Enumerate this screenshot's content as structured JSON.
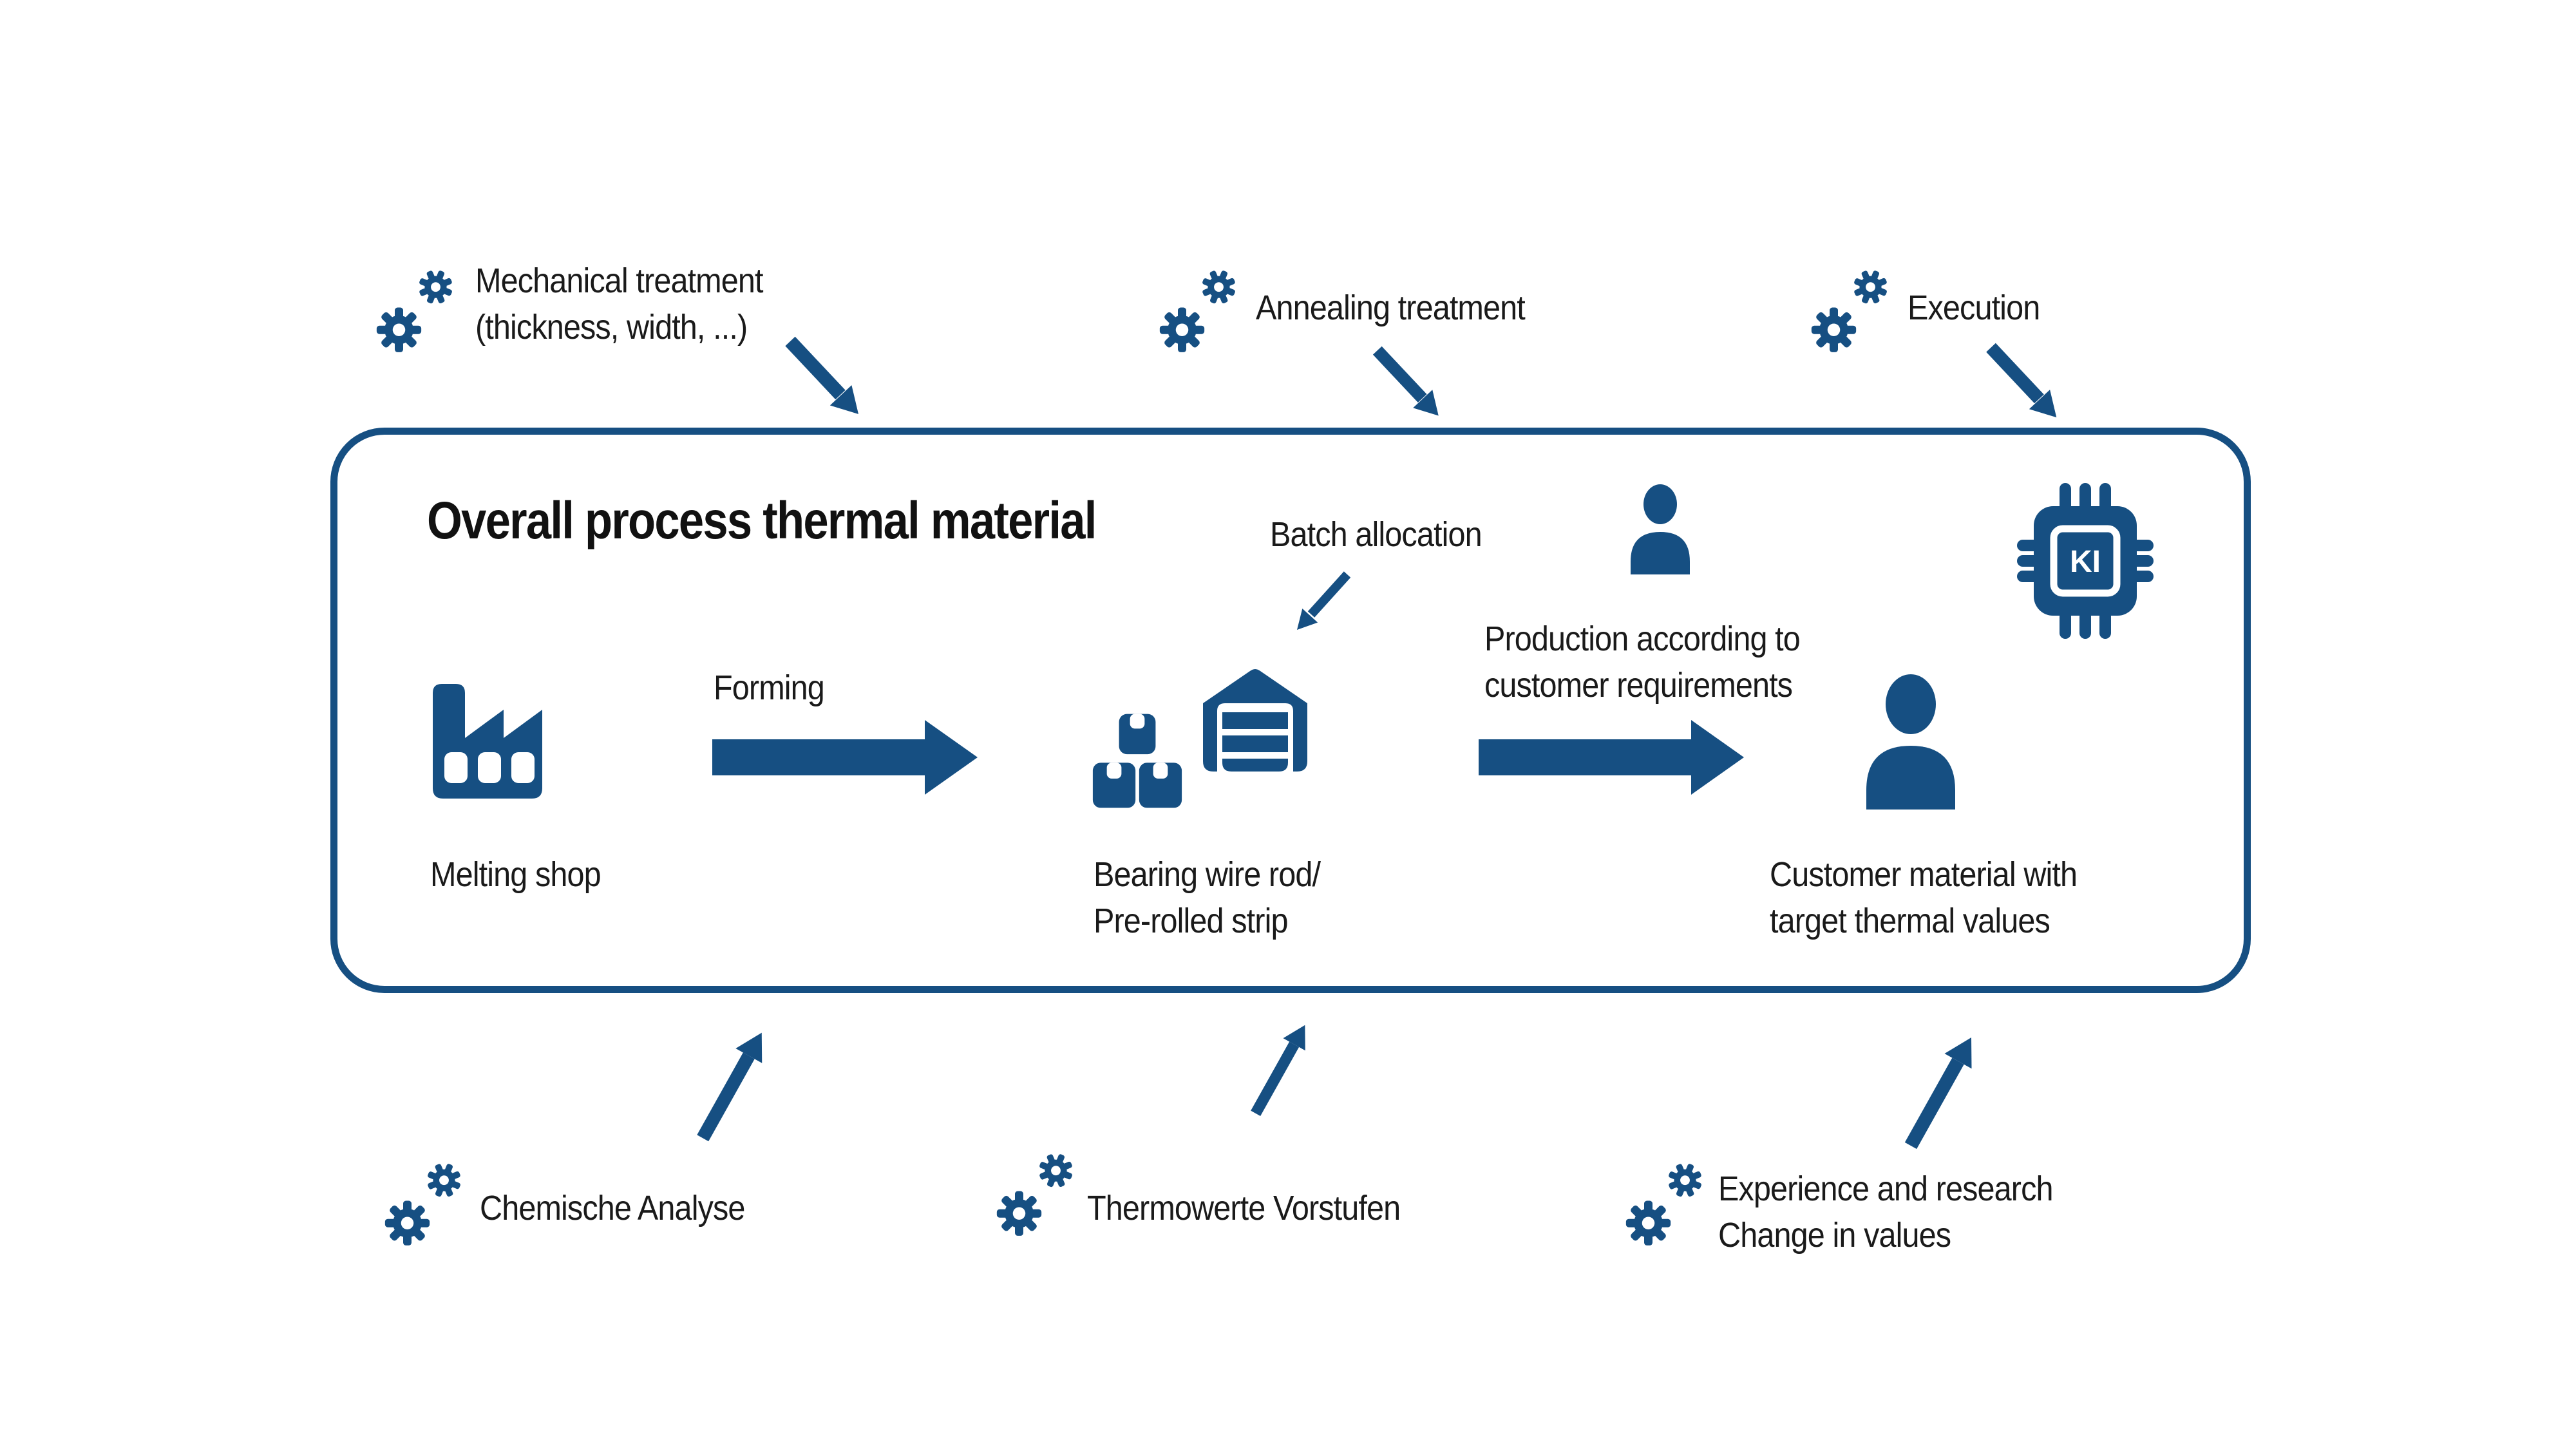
{
  "title": "Overall process thermal material",
  "annotations": {
    "mechanical_treatment": "Mechanical treatment\n(thickness, width, ...)",
    "annealing_treatment": "Annealing treatment",
    "execution": "Execution",
    "chemische_analyse": "Chemische Analyse",
    "thermowerte_vorstufen": "Thermowerte Vorstufen",
    "experience_research": "Experience and research\nChange in values"
  },
  "process": {
    "melting_shop": "Melting shop",
    "forming": "Forming",
    "batch_allocation": "Batch allocation",
    "bearing_wire_rod": "Bearing wire rod/\nPre-rolled strip",
    "production_according": "Production according to\ncustomer requirements",
    "customer_material": "Customer material with\ntarget thermal values",
    "ki_label": "KI"
  },
  "colors": {
    "primary_blue": "#164F82",
    "text_black": "#1A1A1A"
  }
}
